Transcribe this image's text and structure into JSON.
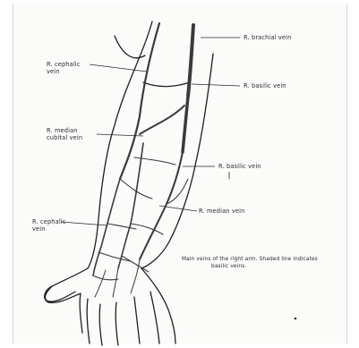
{
  "labels": {
    "brachial": "R. brachial vein",
    "cephalic_upper_1": "R. cephalic",
    "cephalic_upper_2": "vein",
    "basilic_upper": "R. basilic vein",
    "median_cubital_1": "R. median",
    "median_cubital_2": "cubital vein",
    "basilic_lower": "R. basilic vein",
    "median": "R. median vein",
    "cephalic_lower_1": "R. cephalic",
    "cephalic_lower_2": "vein"
  },
  "caption": {
    "line1": "Main veins of the right arm. Shaded line indicates",
    "line2": "basilic veins."
  },
  "colors": {
    "ink": "#2a2a2a",
    "vein": "#3a3a3a",
    "outline": "#1f1f1f",
    "plate": "#fbfbfa"
  }
}
